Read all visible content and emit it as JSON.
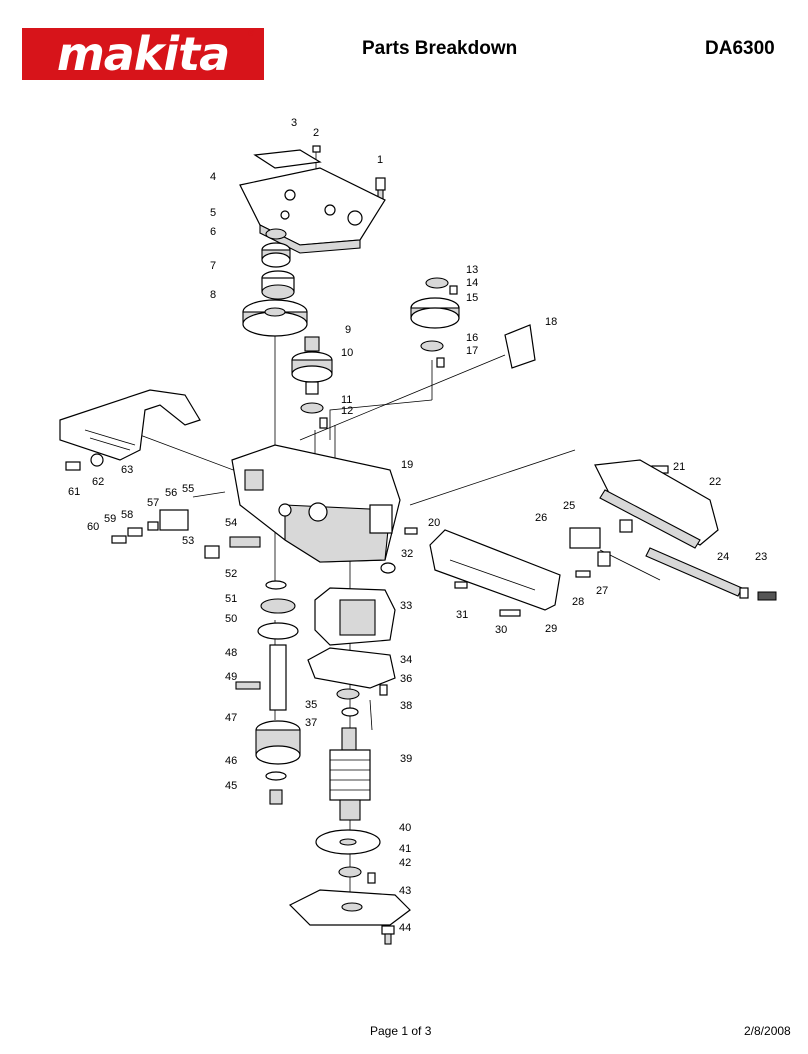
{
  "header": {
    "brand": "makita",
    "registered": "®",
    "title": "Parts Breakdown",
    "model": "DA6300"
  },
  "footer": {
    "page": "Page 1 of 3",
    "date": "2/8/2008"
  },
  "part_numbers": [
    "1",
    "2",
    "3",
    "4",
    "5",
    "6",
    "7",
    "8",
    "9",
    "10",
    "11",
    "12",
    "13",
    "14",
    "15",
    "16",
    "17",
    "18",
    "19",
    "20",
    "21",
    "22",
    "23",
    "24",
    "25",
    "26",
    "27",
    "28",
    "29",
    "30",
    "31",
    "32",
    "33",
    "34",
    "35",
    "36",
    "37",
    "38",
    "39",
    "40",
    "41",
    "42",
    "43",
    "44",
    "45",
    "46",
    "47",
    "48",
    "49",
    "50",
    "51",
    "52",
    "53",
    "54",
    "55",
    "56",
    "57",
    "58",
    "59",
    "60",
    "61",
    "62",
    "63"
  ],
  "colors": {
    "brand_red": "#d7141a"
  }
}
